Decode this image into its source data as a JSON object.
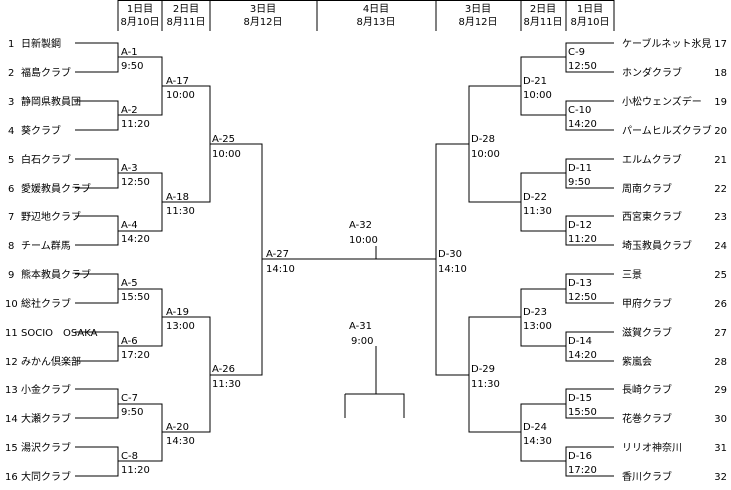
{
  "days": [
    {
      "day": "1日目",
      "date": "8月10日"
    },
    {
      "day": "2日目",
      "date": "8月11日"
    },
    {
      "day": "3日目",
      "date": "8月12日"
    },
    {
      "day": "4日目",
      "date": "8月13日"
    },
    {
      "day": "3日目",
      "date": "8月12日"
    },
    {
      "day": "2日目",
      "date": "8月11日"
    },
    {
      "day": "1日目",
      "date": "8月10日"
    }
  ],
  "left_teams": [
    {
      "no": "1",
      "name": "日新製鋼"
    },
    {
      "no": "2",
      "name": "福島クラブ"
    },
    {
      "no": "3",
      "name": "静岡県教員団"
    },
    {
      "no": "4",
      "name": "葵クラブ"
    },
    {
      "no": "5",
      "name": "白石クラブ"
    },
    {
      "no": "6",
      "name": "愛媛教員クラブ"
    },
    {
      "no": "7",
      "name": "野辺地クラブ"
    },
    {
      "no": "8",
      "name": "チーム群馬"
    },
    {
      "no": "9",
      "name": "熊本教員クラブ"
    },
    {
      "no": "10",
      "name": "総社クラブ"
    },
    {
      "no": "11",
      "name": "SOCIO　OSAKA"
    },
    {
      "no": "12",
      "name": "みかん倶楽部"
    },
    {
      "no": "13",
      "name": "小金クラブ"
    },
    {
      "no": "14",
      "name": "大瀬クラブ"
    },
    {
      "no": "15",
      "name": "湯沢クラブ"
    },
    {
      "no": "16",
      "name": "大同クラブ"
    }
  ],
  "right_teams": [
    {
      "no": "17",
      "name": "ケーブルネット氷見"
    },
    {
      "no": "18",
      "name": "ホンダクラブ"
    },
    {
      "no": "19",
      "name": "小松ウェンズデー"
    },
    {
      "no": "20",
      "name": "パームヒルズクラブ"
    },
    {
      "no": "21",
      "name": "エルムクラブ"
    },
    {
      "no": "22",
      "name": "周南クラブ"
    },
    {
      "no": "23",
      "name": "西宮東クラブ"
    },
    {
      "no": "24",
      "name": "埼玉教員クラブ"
    },
    {
      "no": "25",
      "name": "三景"
    },
    {
      "no": "26",
      "name": "甲府クラブ"
    },
    {
      "no": "27",
      "name": "滋賀クラブ"
    },
    {
      "no": "28",
      "name": "紫嵐会"
    },
    {
      "no": "29",
      "name": "長崎クラブ"
    },
    {
      "no": "30",
      "name": "花巻クラブ"
    },
    {
      "no": "31",
      "name": "リリオ神奈川"
    },
    {
      "no": "32",
      "name": "香川クラブ"
    }
  ],
  "matches": {
    "A1": {
      "id": "A-1",
      "time": "9:50"
    },
    "A2": {
      "id": "A-2",
      "time": "11:20"
    },
    "A3": {
      "id": "A-3",
      "time": "12:50"
    },
    "A4": {
      "id": "A-4",
      "time": "14:20"
    },
    "A5": {
      "id": "A-5",
      "time": "15:50"
    },
    "A6": {
      "id": "A-6",
      "time": "17:20"
    },
    "C7": {
      "id": "C-7",
      "time": "9:50"
    },
    "C8": {
      "id": "C-8",
      "time": "11:20"
    },
    "A17": {
      "id": "A-17",
      "time": "10:00"
    },
    "A18": {
      "id": "A-18",
      "time": "11:30"
    },
    "A19": {
      "id": "A-19",
      "time": "13:00"
    },
    "A20": {
      "id": "A-20",
      "time": "14:30"
    },
    "A25": {
      "id": "A-25",
      "time": "10:00"
    },
    "A26": {
      "id": "A-26",
      "time": "11:30"
    },
    "A27": {
      "id": "A-27",
      "time": "14:10"
    },
    "A32": {
      "id": "A-32",
      "time": "10:00"
    },
    "A31": {
      "id": "A-31",
      "time": "9:00"
    },
    "D30": {
      "id": "D-30",
      "time": "14:10"
    },
    "D28": {
      "id": "D-28",
      "time": "10:00"
    },
    "D29": {
      "id": "D-29",
      "time": "11:30"
    },
    "D21": {
      "id": "D-21",
      "time": "10:00"
    },
    "D22": {
      "id": "D-22",
      "time": "11:30"
    },
    "D23": {
      "id": "D-23",
      "time": "13:00"
    },
    "D24": {
      "id": "D-24",
      "time": "14:30"
    },
    "C9": {
      "id": "C-9",
      "time": "12:50"
    },
    "C10": {
      "id": "C-10",
      "time": "14:20"
    },
    "D11": {
      "id": "D-11",
      "time": "9:50"
    },
    "D12": {
      "id": "D-12",
      "time": "11:20"
    },
    "D13": {
      "id": "D-13",
      "time": "12:50"
    },
    "D14": {
      "id": "D-14",
      "time": "14:20"
    },
    "D15": {
      "id": "D-15",
      "time": "15:50"
    },
    "D16": {
      "id": "D-16",
      "time": "17:20"
    }
  }
}
